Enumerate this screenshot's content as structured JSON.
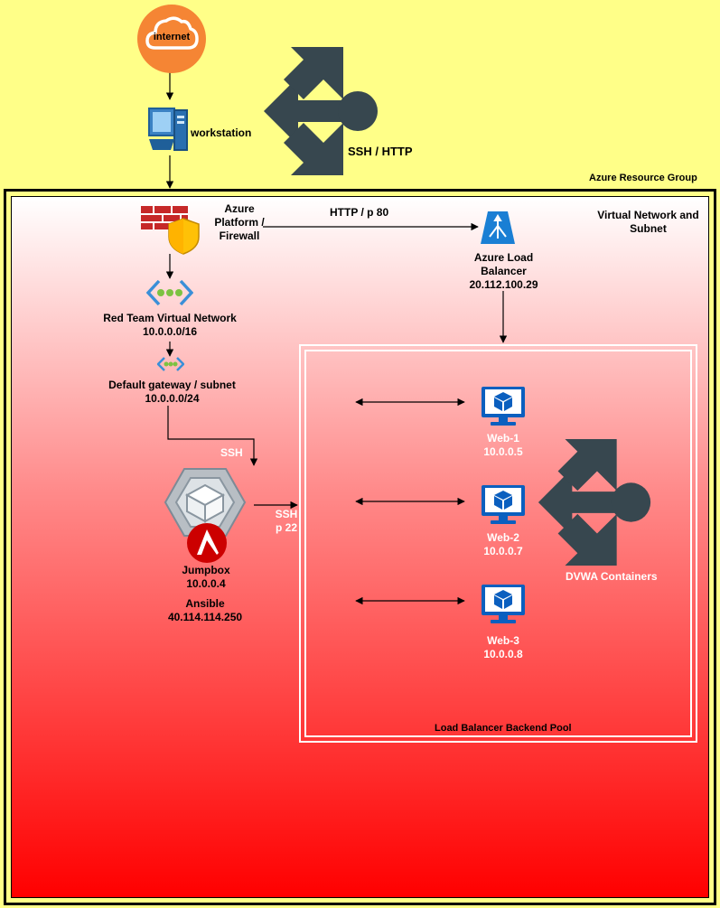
{
  "diagram": {
    "internet_label": "internet",
    "workstation_label": "workstation",
    "ssh_http_label": "SSH / HTTP",
    "resource_group_label": "Azure Resource Group",
    "vnet_subnet_label": [
      "Virtual Network and",
      "Subnet"
    ],
    "firewall_label": [
      "Azure",
      "Platform /",
      "Firewall"
    ],
    "http_label": "HTTP / p 80",
    "load_balancer_label": [
      "Azure Load",
      "Balancer",
      "20.112.100.29"
    ],
    "red_team_vnet_label": [
      "Red Team Virtual Network",
      "10.0.0.0/16"
    ],
    "gateway_label": [
      "Default gateway / subnet",
      "10.0.0.0/24"
    ],
    "ssh_label": "SSH",
    "ssh_p22_label": [
      "SSH",
      "p 22"
    ],
    "jumpbox_label": [
      "Jumpbox",
      "10.0.0.4"
    ],
    "ansible_label": [
      "Ansible",
      "40.114.114.250"
    ],
    "web1_label": [
      "Web-1",
      "10.0.0.5"
    ],
    "web2_label": [
      "Web-2",
      "10.0.0.7"
    ],
    "web3_label": [
      "Web-3",
      "10.0.0.8"
    ],
    "dvwa_label": "DVWA Containers",
    "pool_label": "Load Balancer Backend Pool",
    "colors": {
      "resource_group_bg": "#ffff88",
      "vnet_gradient_top": "#ffffff",
      "vnet_gradient_bottom": "#ff0000",
      "docker_arrows": "#37474f",
      "azure_blue": "#0078d4",
      "internet_orange": "#f58534"
    },
    "icons": [
      "cloud-icon",
      "workstation-icon",
      "docker-arrows-icon",
      "firewall-icon",
      "load-balancer-icon",
      "vnet-icon",
      "subnet-icon",
      "jumpbox-icon",
      "ansible-icon",
      "vm-icon"
    ]
  }
}
